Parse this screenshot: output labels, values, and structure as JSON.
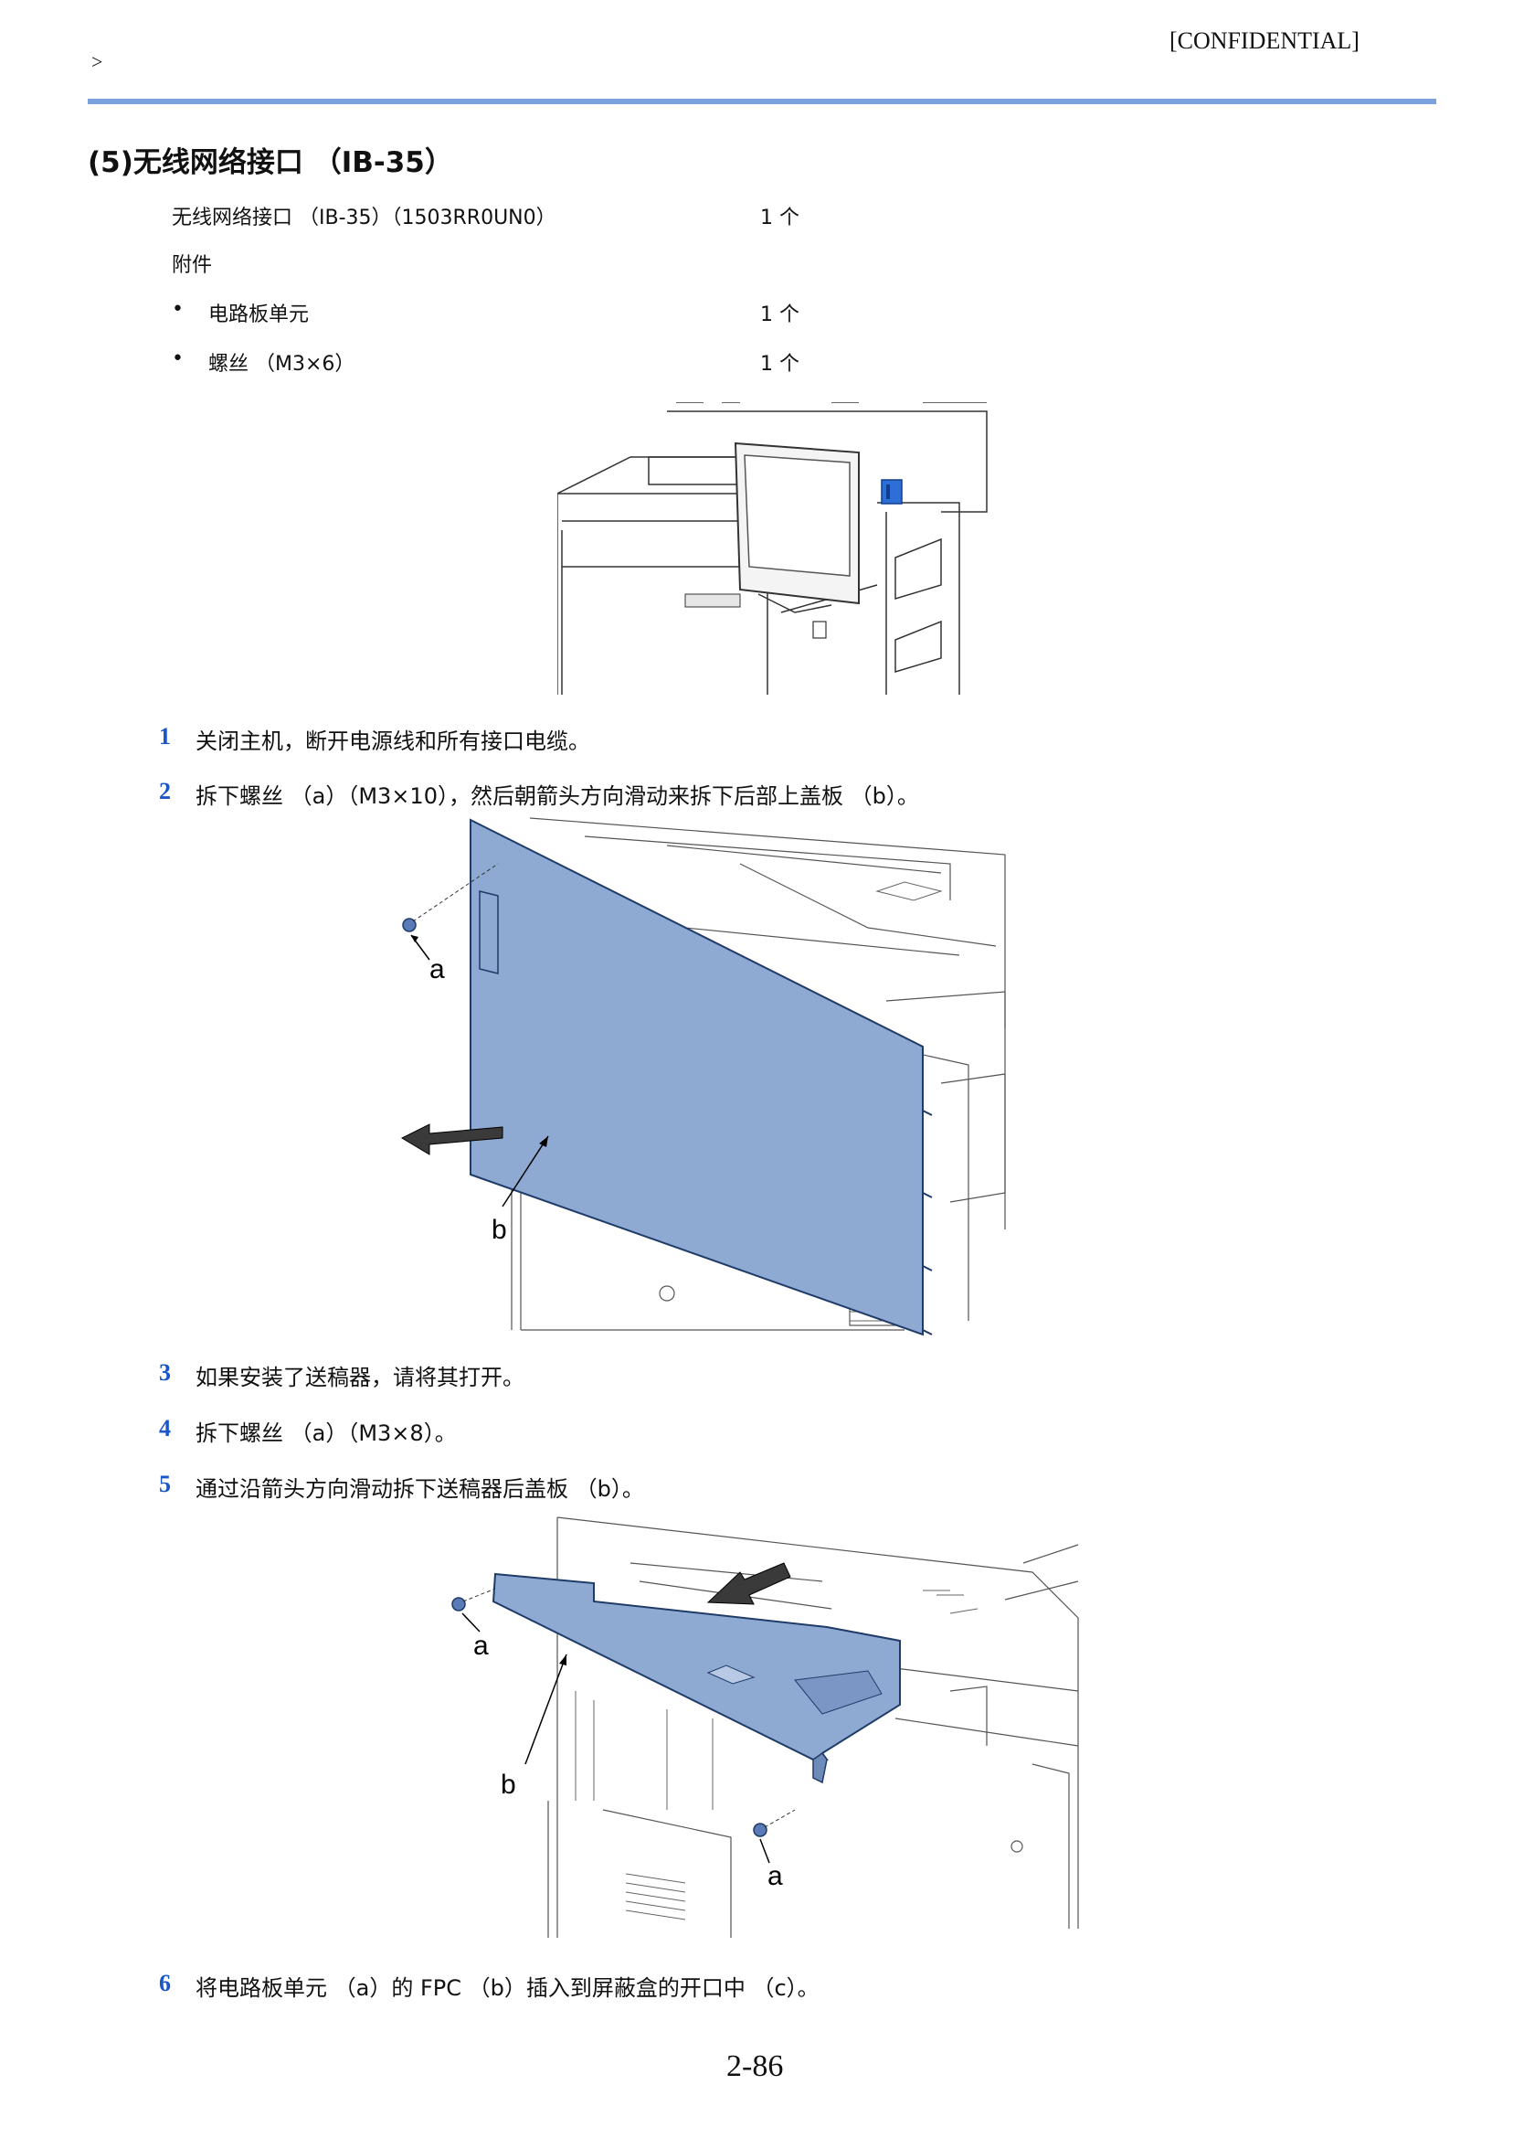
{
  "header": {
    "confidential": "[CONFIDENTIAL]",
    "breadcrumb": ">"
  },
  "section": {
    "title": "(5)无线网络接口 （IB-35）"
  },
  "parts": {
    "main": {
      "name": "无线网络接口 （IB-35）（1503RR0UN0）",
      "qty": "1 个"
    },
    "accessories_label": "附件",
    "items": [
      {
        "bullet": "•",
        "name": "电路板单元",
        "qty": "1 个"
      },
      {
        "bullet": "•",
        "name": "螺丝 （M3×6）",
        "qty": "1 个"
      }
    ]
  },
  "steps": [
    {
      "num": "1",
      "text": "关闭主机，断开电源线和所有接口电缆。"
    },
    {
      "num": "2",
      "text": "拆下螺丝 （a）（M3×10），然后朝箭头方向滑动来拆下后部上盖板 （b）。"
    },
    {
      "num": "3",
      "text": "如果安装了送稿器，请将其打开。"
    },
    {
      "num": "4",
      "text": "拆下螺丝 （a）（M3×8）。"
    },
    {
      "num": "5",
      "text": "通过沿箭头方向滑动拆下送稿器后盖板 （b）。"
    },
    {
      "num": "6",
      "text": "将电路板单元 （a）的 FPC （b）插入到屏蔽盒的开口中 （c）。"
    }
  ],
  "figures": {
    "fig2": {
      "label_a": "a",
      "label_b": "b"
    },
    "fig3": {
      "label_a1": "a",
      "label_b": "b",
      "label_a2": "a"
    }
  },
  "colors": {
    "accent_rule": "#7ba2dc",
    "step_number": "#1a56c8",
    "panel_fill": "#8ea9d2"
  },
  "footer": {
    "page_number": "2-86"
  }
}
